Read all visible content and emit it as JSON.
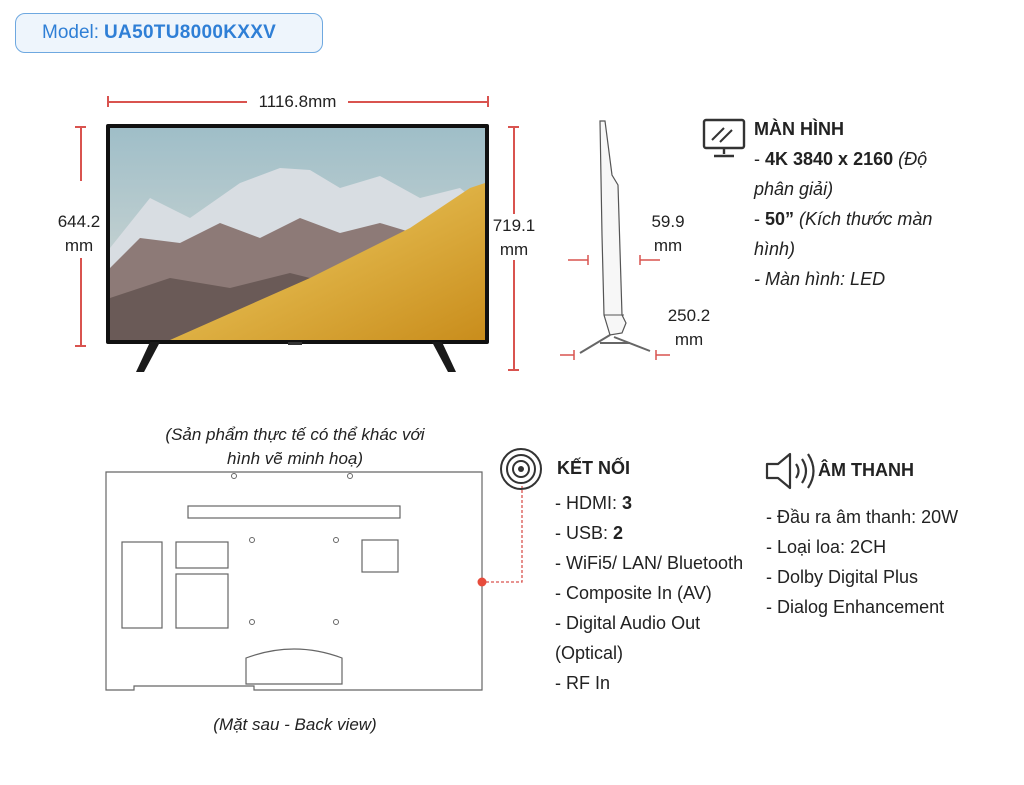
{
  "model": {
    "label": "Model:",
    "value": "UA50TU8000KXXV"
  },
  "dimensions": {
    "width": "1116.8mm",
    "height_panel_value": "644.2",
    "height_panel_unit": "mm",
    "height_total_value": "719.1",
    "height_total_unit": "mm",
    "depth_panel_value": "59.9",
    "depth_panel_unit": "mm",
    "depth_stand_value": "250.2",
    "depth_stand_unit": "mm"
  },
  "screen": {
    "title": "MÀN HÌNH",
    "line1_bold": "4K 3840 x 2160",
    "line1_italic": "(Độ",
    "line1b_italic": "phân giải)",
    "line2_bold": "50”",
    "line2_italic": "(Kích thước màn",
    "line2b_italic": "hình)",
    "line3": "Màn hình: LED"
  },
  "connectivity": {
    "title": "KẾT NỐI",
    "hdmi_label": "HDMI:",
    "hdmi_value": "3",
    "usb_label": "USB:",
    "usb_value": "2",
    "item3": "WiFi5/ LAN/ Bluetooth",
    "item4": "Composite In (AV)",
    "item5": "Digital Audio Out",
    "item5b": "(Optical)",
    "item6": "RF In"
  },
  "audio": {
    "title": "ÂM THANH",
    "items": [
      "Đầu ra âm thanh: 20W",
      "Loại loa: 2CH",
      "Dolby Digital Plus",
      "Dialog Enhancement"
    ]
  },
  "notes": {
    "disclaimer_line1": "(Sản phẩm thực tế có thể khác với",
    "disclaimer_line2": "hình vẽ minh hoạ)",
    "back_view": "(Mặt sau - Back view)"
  },
  "colors": {
    "accent": "#2f7fd6",
    "dimension_line": "#d9534f"
  }
}
